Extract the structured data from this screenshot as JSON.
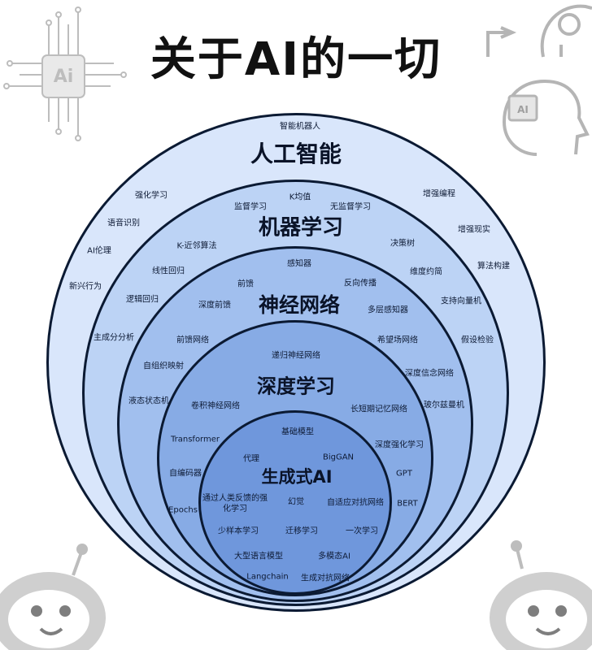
{
  "title": "关于AI的一切",
  "ai_badge": "Ai",
  "ai_head_badge": "AI",
  "colors": {
    "ring1": "#d9e6fb",
    "ring2": "#bcd3f5",
    "ring3": "#a1bfee",
    "ring4": "#87abe5",
    "ring5": "#6f97dc",
    "outline": "#0b1a33",
    "decor": "#b9b9b9"
  },
  "rings": {
    "ai": {
      "title": "人工智能",
      "items": [
        "智能机器人",
        "强化学习",
        "语音识别",
        "AI伦理",
        "新兴行为",
        "主成分分析",
        "增强编程",
        "增强现实",
        "算法构建",
        "支持向量机",
        "假设检验"
      ]
    },
    "ml": {
      "title": "机器学习",
      "items": [
        "监督学习",
        "K均值",
        "无监督学习",
        "K-近邻算法",
        "决策树",
        "线性回归",
        "维度约简",
        "逻辑回归",
        "自组织映射",
        "液态状态机",
        "玻尔兹曼机"
      ]
    },
    "nn": {
      "title": "神经网络",
      "items": [
        "感知器",
        "前馈",
        "反向传播",
        "深度前馈",
        "多层感知器",
        "前馈网络",
        "希望场网络",
        "深度信念网络"
      ]
    },
    "dl": {
      "title": "深度学习",
      "items": [
        "递归神经网络",
        "卷积神经网络",
        "长短期记忆网络",
        "Transformer",
        "深度强化学习",
        "自编码器",
        "GPT",
        "Epochs",
        "BERT"
      ]
    },
    "gen": {
      "title": "生成式AI",
      "items": [
        "基础模型",
        "代理",
        "BigGAN",
        "通过人类反馈的强化学习",
        "幻觉",
        "自适应对抗网络",
        "少样本学习",
        "迁移学习",
        "一次学习",
        "大型语言模型",
        "多模态AI",
        "Langchain",
        "生成对抗网络"
      ]
    }
  }
}
